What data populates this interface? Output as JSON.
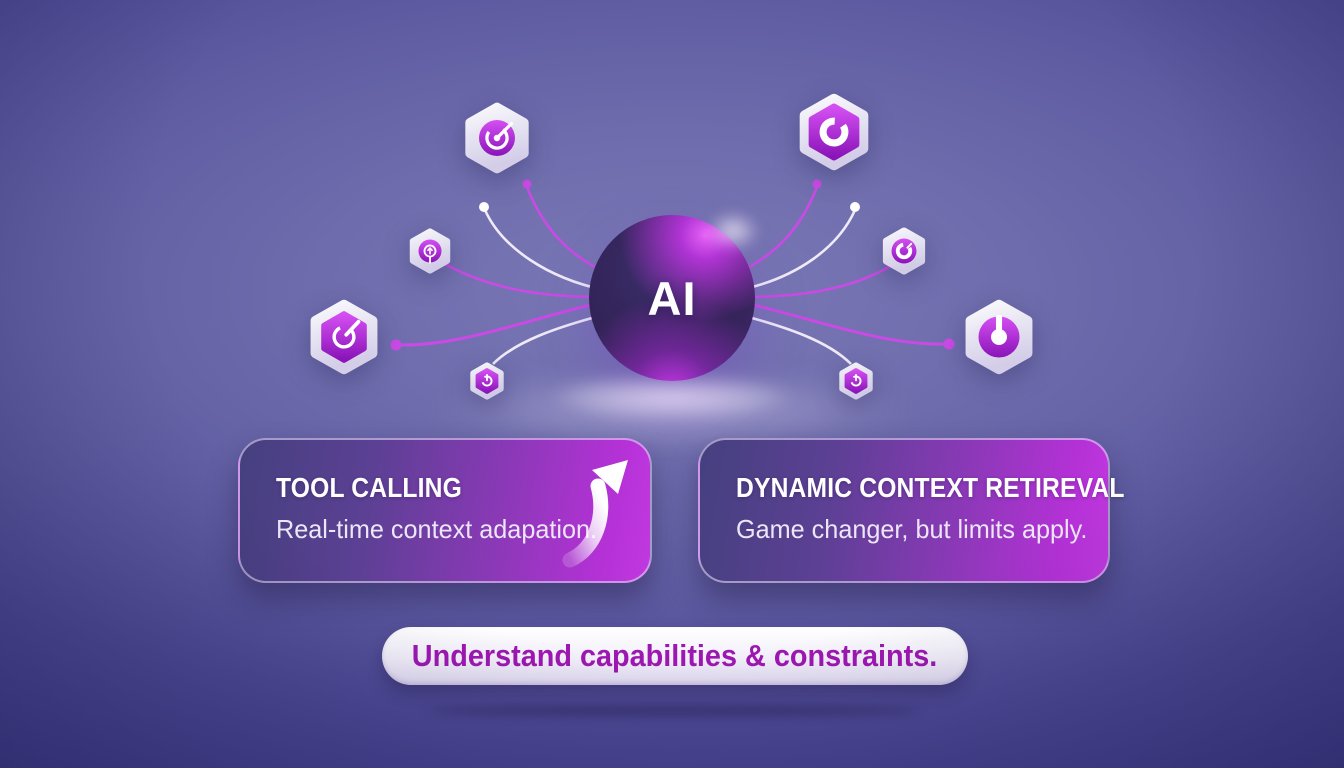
{
  "diagram": {
    "center_label": "AI",
    "nodes": [
      {
        "id": "node-top-left",
        "icon": "radar-target-icon"
      },
      {
        "id": "node-mid-left",
        "icon": "pin-arrow-icon"
      },
      {
        "id": "node-far-left",
        "icon": "gauge-hexagon-icon"
      },
      {
        "id": "node-bottom-left",
        "icon": "power-hexagon-icon"
      },
      {
        "id": "node-top-right",
        "icon": "notched-ring-hexagon-icon"
      },
      {
        "id": "node-mid-right",
        "icon": "gauge-ring-icon"
      },
      {
        "id": "node-far-right",
        "icon": "donut-pin-icon"
      },
      {
        "id": "node-bottom-right",
        "icon": "power-hexagon-icon"
      }
    ]
  },
  "cards": [
    {
      "title": "TOOL CALLING",
      "subtitle": "Real-time context adapation.",
      "icon": "curved-arrow-up-right-icon"
    },
    {
      "title": "DYNAMIC CONTEXT RETIREVAL",
      "subtitle": "Game changer, but limits apply."
    }
  ],
  "footer": {
    "text": "Understand capabilities & constraints."
  },
  "colors": {
    "background_mid": "#605da3",
    "background_corner": "#3d3989",
    "accent_magenta_line": "#cb4ae5",
    "white_line": "#efeaf8",
    "card_gradient_start": "#45407f",
    "card_gradient_end": "#c139e0",
    "card_border": "#e0d8f3",
    "sphere_dark": "#312355",
    "sphere_bright": "#c636ea",
    "pill_text": "#9d17b1",
    "pill_background": "#ffffff"
  }
}
